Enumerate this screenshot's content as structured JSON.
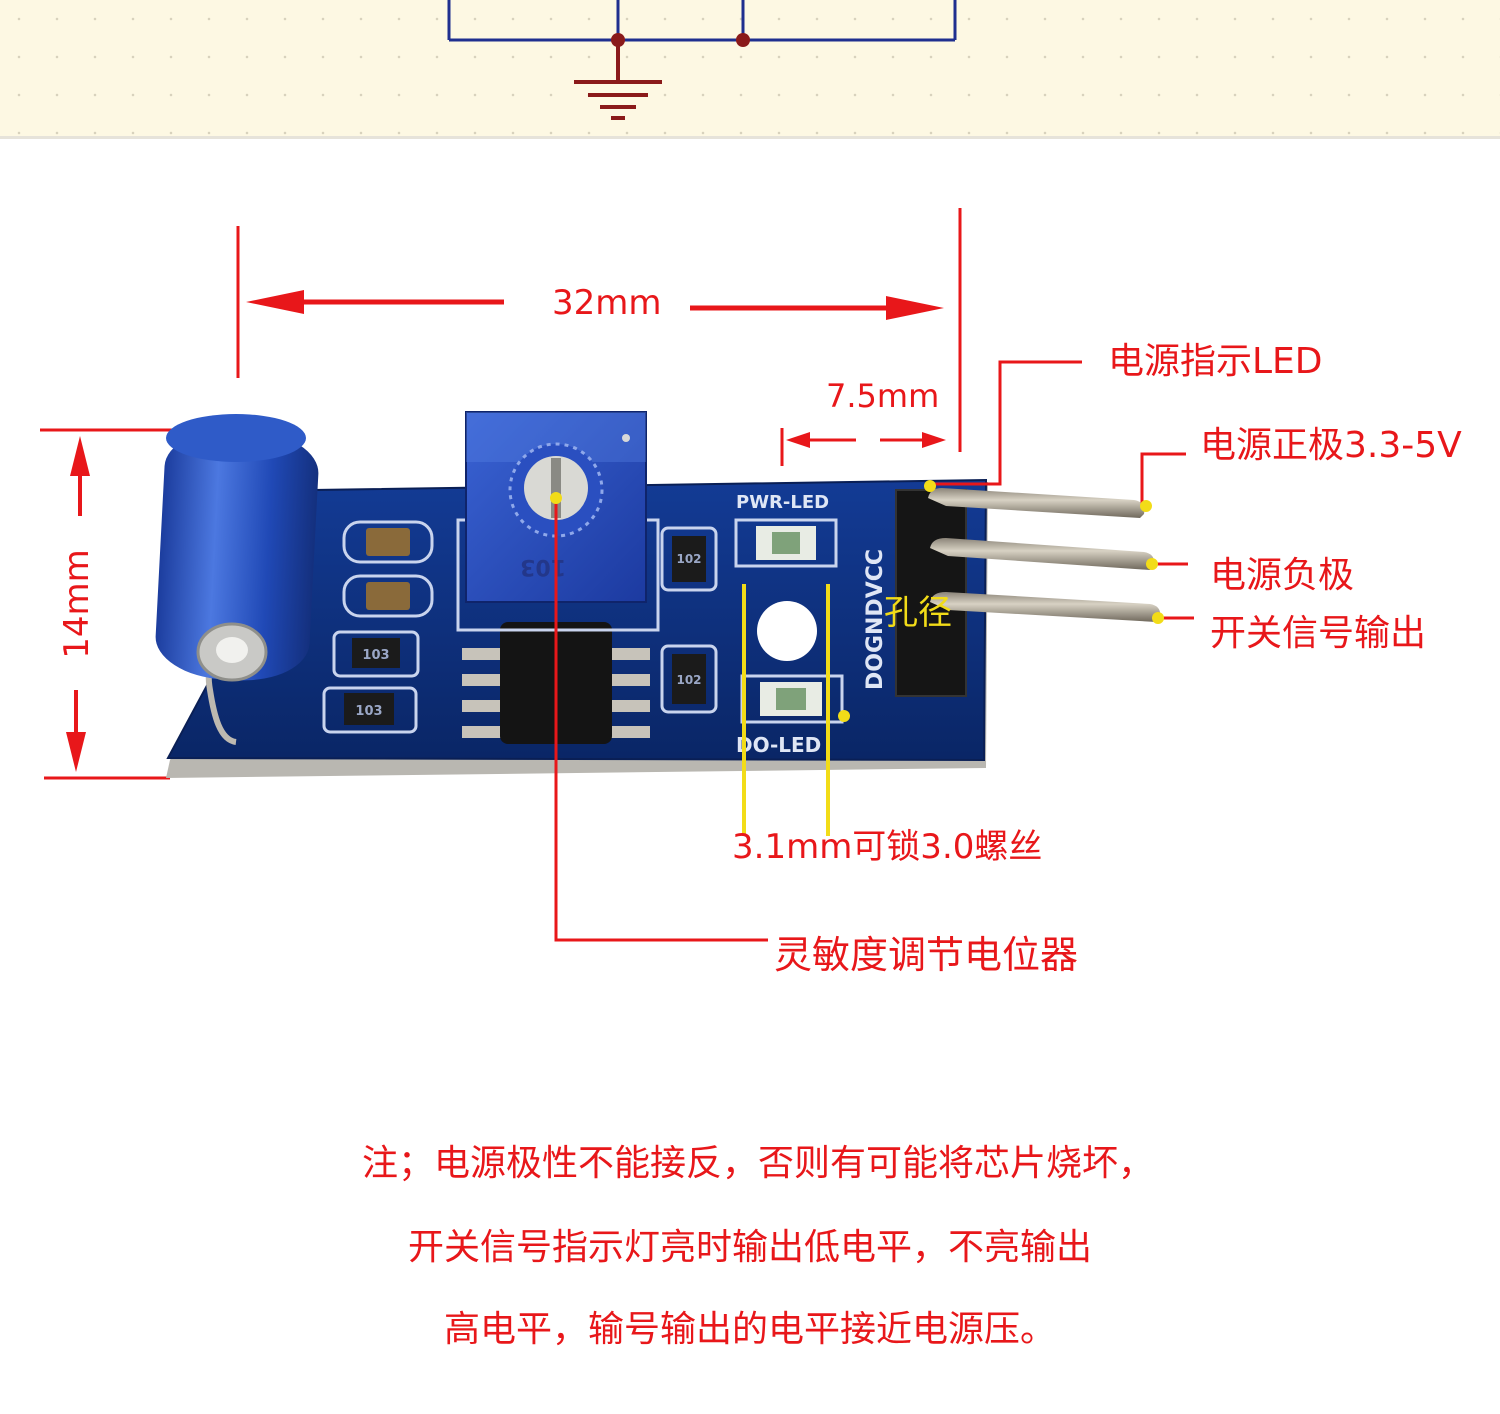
{
  "dimensions": {
    "length": "32mm",
    "height": "14mm",
    "pin_offset": "7.5mm"
  },
  "callouts": {
    "power_led": "电源指示LED",
    "vcc": "电源正极3.3-5V",
    "gnd": "电源负极",
    "signal_out": "开关信号输出",
    "hole_label": "孔径",
    "hole_note": "3.1mm可锁3.0螺丝",
    "potentiometer": "灵敏度调节电位器"
  },
  "board_silkscreen": {
    "pwr_led": "PWR-LED",
    "do_led": "DO-LED",
    "pin_labels": "DOGNDVCC",
    "r1": "103",
    "r2": "103",
    "r3": "102",
    "r4": "102",
    "pot_code": "103"
  },
  "notes": [
    "注；电源极性不能接反，否则有可能将芯片烧坏，",
    "开关信号指示灯亮时输出低电平，不亮输出",
    "高电平，输号输出的电平接近电源压。"
  ],
  "colors": {
    "annotation_red": "#e8171a",
    "hole_yellow": "#f2dc18",
    "pcb_blue": "#0d2f7e",
    "schematic_wire": "#1f2f8f",
    "schematic_node": "#8a1a1a",
    "schematic_background": "#fdf8e3"
  }
}
